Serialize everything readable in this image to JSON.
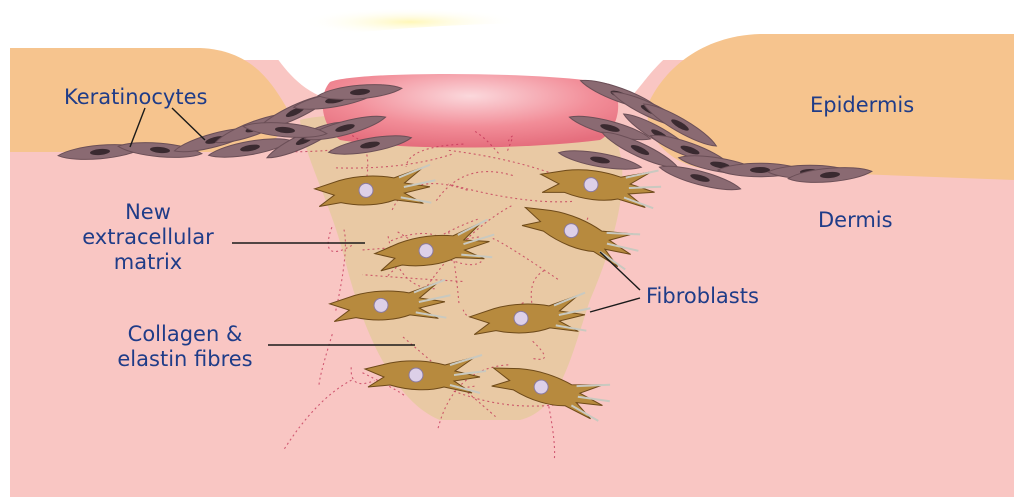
{
  "labels": {
    "keratinocytes": "Keratinocytes",
    "epidermis": "Epidermis",
    "dermis": "Dermis",
    "new_ecm": [
      "New",
      "extracellular",
      "matrix"
    ],
    "collagen": [
      "Collagen &",
      "elastin fibres"
    ],
    "fibroblasts": "Fibroblasts"
  },
  "colors": {
    "text": "#1f3c88",
    "epidermis": "#f6c48e",
    "dermis": "#f9c6c3",
    "matrix": "#e3c99a",
    "scab": "#f08a92",
    "keratinocyte": "#8a6a72",
    "fibroblast": "#b78a3e",
    "fibres": "#c23355"
  }
}
